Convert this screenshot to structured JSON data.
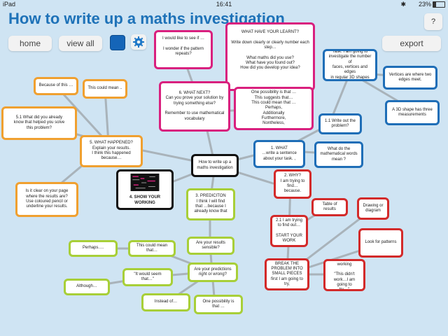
{
  "status": {
    "carrier": "iPad",
    "time": "16:41",
    "battery": "23%"
  },
  "title": "How to write up a maths investigation",
  "toolbar": {
    "home": "home",
    "view_all": "view all",
    "export": "export",
    "help": "?"
  },
  "nodes": {
    "center": "How to write up a\nmaths investigation",
    "wish": "I would like to see if …\n\nI wonder if the pattern\nrepeats?",
    "learnt": "WHAT HAVE YOUR LEARNT?\n\nWrite down clearly or clearly number each\nstep…\n\nWhat maths did you use?\nWhat have you found out?\nHow did you develop your idea?",
    "next": "6. WHAT NEXT?\nCan you prove your solution by\ntrying something else?\n\nRemember to use mathematical\nvocabulary",
    "possibility": "One possibility is that …\nThis suggests that…\nThis could mean that …\nPerhaps,\nAdditionally\nFurthermore,\nNontheless,",
    "task": "Task: I am going to\ninvestigate the number of\nfaces, vertices and edges\nin regular 3D shapes",
    "vertices": "Vertices are where two\nedges meet.",
    "shape3d": "A 3D shape has three\nmeasurements",
    "write_out": "1.1 Write out the\nproblem?",
    "what": "1. WHAT\n…write a sentence\nabout your task. ,",
    "math_words": "What do the\nmathematical words\nmean ?",
    "because": "Because of this …",
    "could_mean": "This could mean ..",
    "already_know": "5.1 What did you already\nknow that helped you solve\nthis problem?",
    "happened": "5. WHAT HAPPENED?\nExplain your results.\nI think this happened\nbecause…",
    "clear": "Is it clear on your page\nwhere the results are?\nUse coloured pencil or\nunderline your results.",
    "show_working": "4. SHOW YOUR WORKING",
    "prediction": "3. PREDICITON\nI think I will find\nthat …because I\nalready know that",
    "why": "2. WHY?\nI am trying to\nfind…because.",
    "table": "Table of results",
    "drawing": "Drawing or\ndiagram",
    "trying": "2.1 I am trying\nto find out…\n\nSTART YOUR\nWORK",
    "patterns": "Look for patterns",
    "break": "BREAK THE\nPROBLEM INTO\nSMALL PIECES\nfirst I am going to\ntry,",
    "annotate": "Annotate your\nworking\n\n\"This didn't\nwork…I am going to\ntry…\"",
    "sensible": "Are your results\nsensible?",
    "right_wrong": "Are your predictions\nright or wrong?",
    "perhaps": "Perhaps….",
    "could_mean_that": "This could mean that…",
    "seem": "\"It would seem that…\"",
    "although": "Although…",
    "instead": "Instead of…",
    "one_possibility": "One possibility is that …"
  },
  "colors": {
    "background": "#cfe4f3",
    "title": "#1e72b8",
    "pink": "#d9207e",
    "blue": "#1f6eb7",
    "red": "#d32a2a",
    "orange": "#f0a030",
    "green": "#a8cf38",
    "line": "#a9b3ba"
  }
}
